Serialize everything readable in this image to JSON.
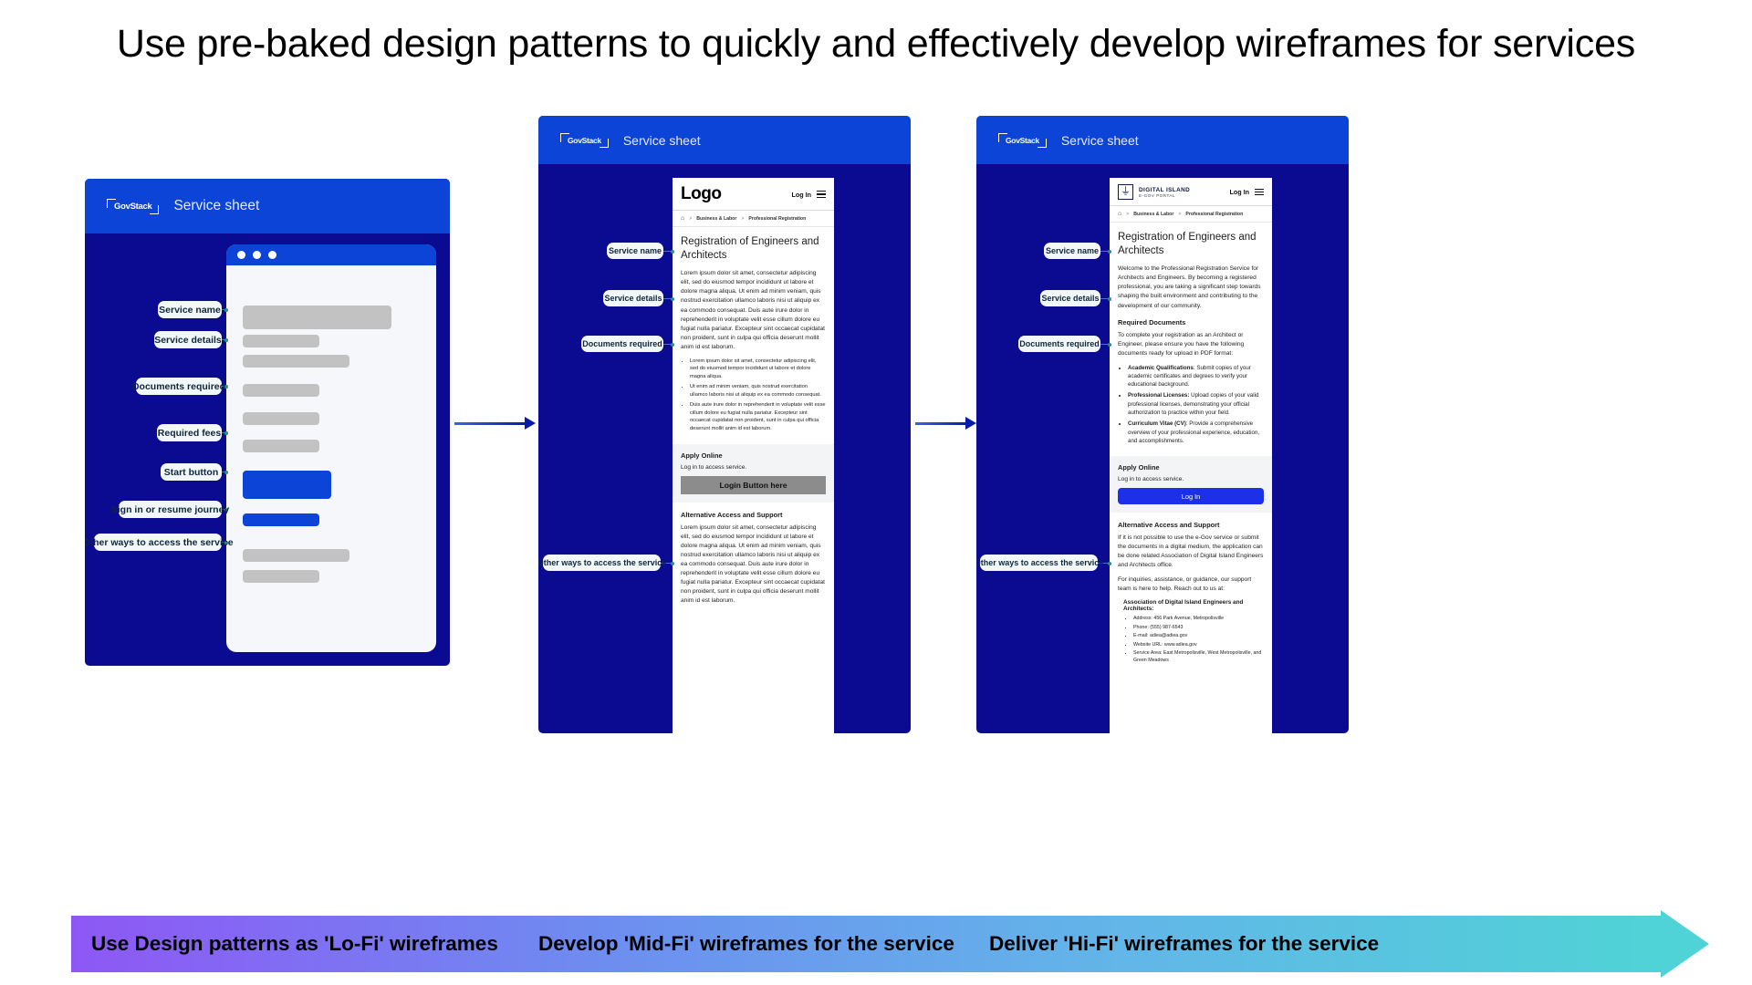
{
  "page": {
    "title": "Use pre-baked design patterns to quickly and effectively develop wireframes for services"
  },
  "brand": {
    "govstack_logo": "GovStack",
    "govstack_sheet_title": "Service sheet",
    "accent_blue": "#0b44d6",
    "panel_navy": "#0b0b91",
    "chip_bg": "#f2f8f7",
    "leader_green": "#2e8f7d"
  },
  "panels": {
    "lofi": {
      "header_logo": "GovStack",
      "header_title": "Service sheet",
      "annotations": [
        {
          "label": "Service name"
        },
        {
          "label": "Service details"
        },
        {
          "label": "Documents required"
        },
        {
          "label": "Required fees"
        },
        {
          "label": "Start button"
        },
        {
          "label": "Sign in or resume journey"
        },
        {
          "label": "Other ways to access the service"
        }
      ]
    },
    "midfi": {
      "header_logo": "GovStack",
      "header_title": "Service sheet",
      "annotations": [
        {
          "label": "Service name"
        },
        {
          "label": "Service details"
        },
        {
          "label": "Documents required"
        },
        {
          "label": "Other ways to access the service"
        }
      ],
      "doc": {
        "logo_text": "Logo",
        "login_label": "Log In",
        "breadcrumb": [
          "Business & Labor",
          "Professional Registration"
        ],
        "heading": "Registration of Engineers and Architects",
        "intro": "Lorem ipsum dolor sit amet, consectetur adipiscing elit, sed do eiusmod tempor incididunt ut labore et dolore magna aliqua. Ut enim ad minim veniam, quis nostrud exercitation ullamco laboris nisi ut aliquip ex ea commodo consequat. Duis aute irure dolor in reprehenderit in voluptate velit esse cillum dolore eu fugiat nulla pariatur. Excepteur sint occaecat cupidatat non proident, sunt in culpa qui officia deserunt mollit anim id est laborum.",
        "bullets": [
          "Lorem ipsum dolor sit amet, consectetur adipiscing elit, sed do eiusmod tempor incididunt ut labore et dolore magna aliqua.",
          "Ut enim ad minim veniam, quis nostrud exercitation ullamco laboris nisi ut aliquip ex ea commodo consequat.",
          "Duis aute irure dolor in reprehenderit in voluptate velit esse cillum dolore eu fugiat nulla pariatur. Excepteur sint occaecat cupidatat non proident, sunt in culpa qui officia deserunt mollit anim id est laborum."
        ],
        "apply_heading": "Apply Online",
        "apply_sub": "Log in to access service.",
        "apply_button": "Login Button here",
        "alt_heading": "Alternative Access and Support",
        "alt_body": "Lorem ipsum dolor sit amet, consectetur adipiscing elit, sed do eiusmod tempor incididunt ut labore et dolore magna aliqua. Ut enim ad minim veniam, quis nostrud exercitation ullamco laboris nisi ut aliquip ex ea commodo consequat. Duis aute irure dolor in reprehenderit in voluptate velit esse cillum dolore eu fugiat nulla pariatur. Excepteur sint occaecat cupidatat non proident, sunt in culpa qui officia deserunt mollit anim id est laborum."
      }
    },
    "hifi": {
      "header_logo": "GovStack",
      "header_title": "Service sheet",
      "annotations": [
        {
          "label": "Service name"
        },
        {
          "label": "Service details"
        },
        {
          "label": "Documents required"
        },
        {
          "label": "Other ways to access the service"
        }
      ],
      "doc": {
        "brand_name": "DIGITAL ISLAND",
        "brand_sub": "E-GOV PORTAL",
        "login_label": "Log In",
        "breadcrumb": [
          "Business & Labor",
          "Professional Registration"
        ],
        "heading": "Registration of Engineers and Architects",
        "intro": "Welcome to the Professional Registration Service for Architects and Engineers. By becoming a registered professional, you are taking a significant step towards shaping the built environment and contributing to the development of our community.",
        "docs_heading": "Required Documents",
        "docs_intro": "To complete your registration as an Architect or Engineer, please ensure you have the following documents ready for upload in PDF format:",
        "docs_bullets": [
          {
            "term": "Academic Qualifications",
            "sep": ": ",
            "text": "Submit copies of your academic certificates and degrees to verify your educational background."
          },
          {
            "term": "Professional Licenses:",
            "sep": " ",
            "text": "Upload copies of your valid professional licenses, demonstrating your official authorization to practice within your field."
          },
          {
            "term": "Curriculum Vitae (CV)",
            "sep": ": ",
            "text": "Provide a comprehensive overview of your professional experience, education, and accomplishments."
          }
        ],
        "apply_heading": "Apply Online",
        "apply_sub": "Log in to access service.",
        "apply_button": "Log In",
        "alt_heading": "Alternative Access and Support",
        "alt_body_1": "If it is not possible to use the e-Gov service or submit the documents in a digital medium, the application can be done related Association of Digital Island Engineers and Architects office.",
        "alt_body_2": "For inquiries, assistance, or guidance, our support team is here to help. Reach out to us at:",
        "contact_heading": "Association of Digital Island Engineers and Architects:",
        "contact_items": [
          "Address: 456 Park Avenue, Metropolisville",
          "Phone: (555) 987-6543",
          "E-mail: adiea@adiea.gov",
          "Website URL: www.adiea.gov",
          "Service Area: East Metropolisville, West Metropolisville, and Green Meadows"
        ]
      }
    }
  },
  "banner": {
    "steps": [
      {
        "label": "Use Design patterns as 'Lo-Fi' wireframes"
      },
      {
        "label": "Develop 'Mid-Fi' wireframes for the service"
      },
      {
        "label": "Deliver 'Hi-Fi' wireframes for the service"
      }
    ],
    "gradient_start": "#8e57f5",
    "gradient_end": "#4fd3d6"
  }
}
